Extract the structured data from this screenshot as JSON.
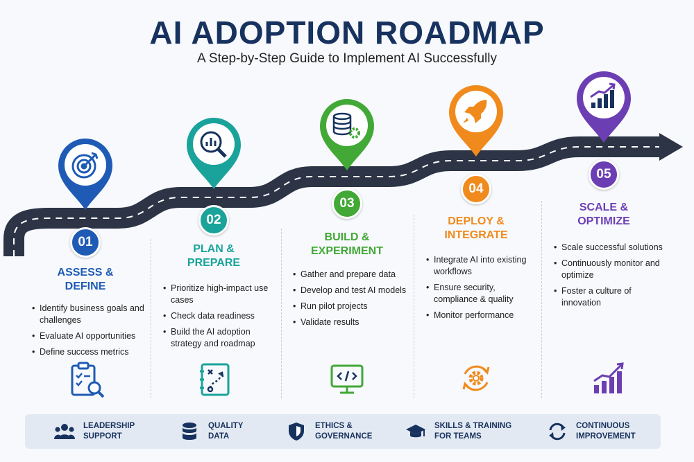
{
  "header": {
    "title": "AI ADOPTION ROADMAP",
    "subtitle": "A Step-by-Step Guide to Implement AI Successfully"
  },
  "colors": {
    "navy": "#17325e",
    "road": "#2c3446",
    "step1": "#1f5bb5",
    "step2": "#1aa39a",
    "step3": "#42a836",
    "step4": "#f18a1c",
    "step5": "#6c3eb3"
  },
  "steps": [
    {
      "number": "01",
      "title": "ASSESS &\nDEFINE",
      "pin_icon": "target-icon",
      "bottom_icon": "clipboard-search-icon",
      "items": [
        "Identify business goals and challenges",
        "Evaluate AI opportunities",
        "Define success metrics"
      ]
    },
    {
      "number": "02",
      "title": "PLAN &\nPREPARE",
      "pin_icon": "chart-magnifier-icon",
      "bottom_icon": "strategy-board-icon",
      "items": [
        "Prioritize high-impact use cases",
        "Check data readiness",
        "Build the AI adoption strategy and roadmap"
      ]
    },
    {
      "number": "03",
      "title": "BUILD &\nEXPERIMENT",
      "pin_icon": "database-gear-icon",
      "bottom_icon": "code-monitor-icon",
      "items": [
        "Gather and prepare data",
        "Develop and test AI models",
        "Run pilot projects",
        "Validate results"
      ]
    },
    {
      "number": "04",
      "title": "DEPLOY &\nINTEGRATE",
      "pin_icon": "rocket-icon",
      "bottom_icon": "gear-cycle-icon",
      "items": [
        "Integrate AI into existing workflows",
        "Ensure security, compliance & quality",
        "Monitor performance"
      ]
    },
    {
      "number": "05",
      "title": "SCALE &\nOPTIMIZE",
      "pin_icon": "growth-chart-icon",
      "bottom_icon": "bar-growth-icon",
      "items": [
        "Scale successful solutions",
        "Continuously monitor and optimize",
        "Foster a culture of innovation"
      ]
    }
  ],
  "footer": [
    {
      "label": "LEADERSHIP\nSUPPORT",
      "icon": "people-icon"
    },
    {
      "label": "QUALITY\nDATA",
      "icon": "database-icon"
    },
    {
      "label": "ETHICS &\nGOVERNANCE",
      "icon": "shield-icon"
    },
    {
      "label": "SKILLS & TRAINING\nFOR TEAMS",
      "icon": "graduation-cap-icon"
    },
    {
      "label": "CONTINUOUS\nIMPROVEMENT",
      "icon": "refresh-icon"
    }
  ]
}
